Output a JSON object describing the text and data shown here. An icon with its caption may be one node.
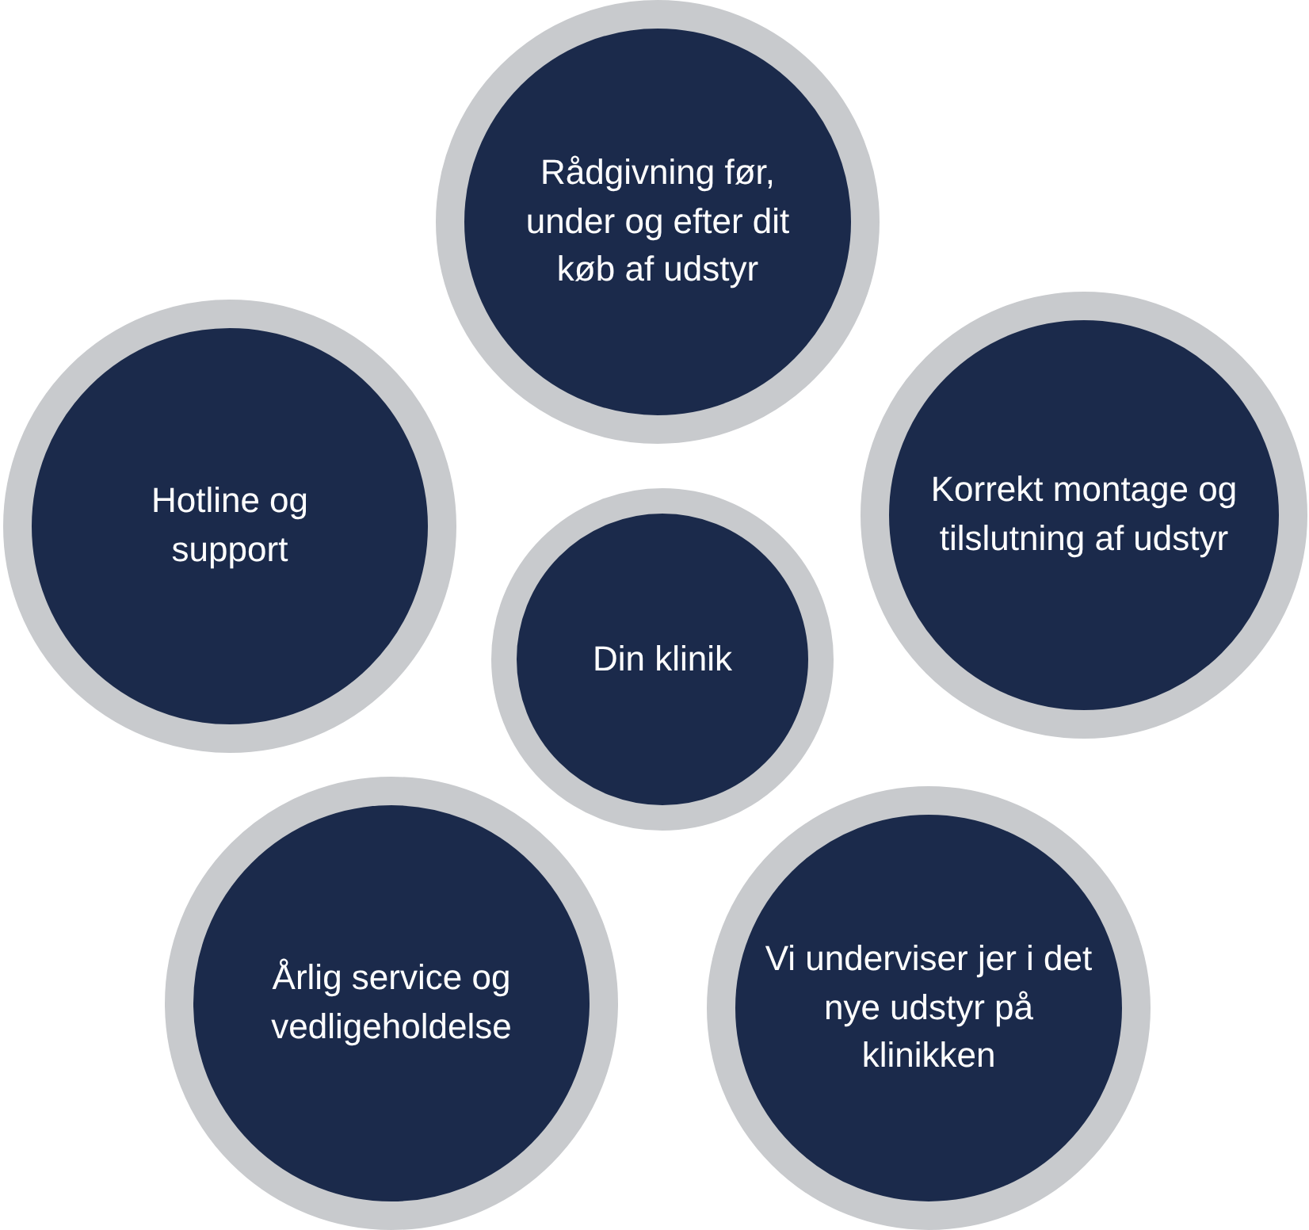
{
  "diagram": {
    "nodes": [
      {
        "text": [
          "Rådgivning før, under og efter dit køb af udstyr"
        ]
      },
      {
        "text": [
          "Hotline og support"
        ]
      },
      {
        "text": [
          "Korrekt montage og tilslutning af udstyr"
        ]
      },
      {
        "text": [
          "Din klinik"
        ]
      },
      {
        "text": [
          "Årlig service og vedligeholdelse"
        ]
      },
      {
        "text": [
          "Vi underviser jer i det nye udstyr på klinikken"
        ]
      }
    ]
  }
}
